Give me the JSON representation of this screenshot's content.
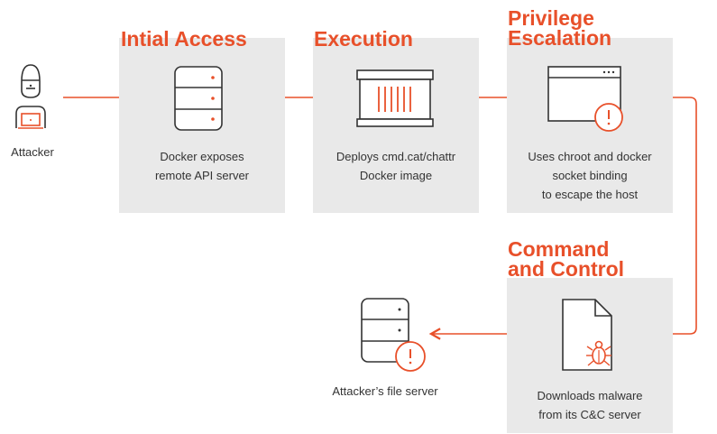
{
  "colors": {
    "accent": "#e8502a",
    "panel": "#e9e9e9",
    "stroke": "#333333"
  },
  "attacker": {
    "label": "Attacker",
    "icon": "hacker-icon"
  },
  "stages": [
    {
      "title": "Intial Access",
      "caption": "Docker exposes\nremote API server",
      "icon": "server-icon"
    },
    {
      "title": "Execution",
      "caption": "Deploys cmd.cat/chattr\nDocker image",
      "icon": "container-icon"
    },
    {
      "title": "Privilege\nEscalation",
      "caption": "Uses chroot and docker\nsocket binding\nto escape the host",
      "icon": "browser-window-alert-icon"
    },
    {
      "title": "Command\nand Control",
      "caption": "Downloads malware\nfrom its C&C server",
      "icon": "malware-file-icon"
    }
  ],
  "file_server": {
    "label": "Attacker’s file server",
    "icon": "server-alert-icon"
  }
}
